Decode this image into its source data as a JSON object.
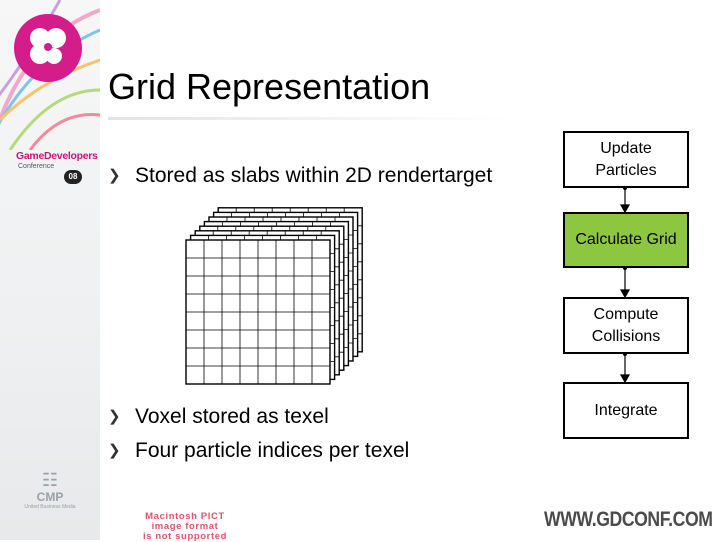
{
  "slide": {
    "title": "Grid Representation",
    "bullets": [
      "Stored as slabs within 2D rendertarget",
      "Voxel stored as texel",
      "Four particle indices per texel"
    ]
  },
  "flowchart": {
    "steps": [
      {
        "label_line1": "Update",
        "label_line2": "Particles",
        "highlight": false
      },
      {
        "label_line1": "Calculate Grid",
        "label_line2": "",
        "highlight": true
      },
      {
        "label_line1": "Compute",
        "label_line2": "Collisions",
        "highlight": false
      },
      {
        "label_line1": "Integrate",
        "label_line2": "",
        "highlight": false
      }
    ],
    "highlight_color": "#8dc63f"
  },
  "branding": {
    "gdc_name": "GameDevelopers",
    "gdc_conference": "Conference",
    "gdc_year": "08",
    "cmp_name": "CMP",
    "cmp_sub": "United Business Media",
    "pict_line1": "Macintosh PICT",
    "pict_line2": "image format",
    "pict_line3": "is not supported",
    "website": "WWW.GDCONF.COM",
    "logo_color": "#d41c8a"
  },
  "icons": {
    "bullet": "chevron-right-icon",
    "logo": "flower-logo-icon"
  }
}
